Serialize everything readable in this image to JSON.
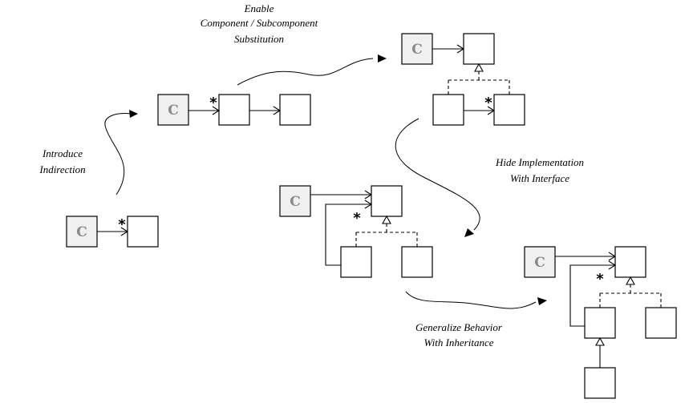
{
  "class_label": "C",
  "multiplicity": "*",
  "transitions": {
    "introduce_indirection": [
      "Introduce",
      "Indirection"
    ],
    "enable_substitution": [
      "Enable",
      "Component / Subcomponent",
      "Substitution"
    ],
    "hide_implementation": [
      "Hide Implementation",
      "With Interface"
    ],
    "generalize_behavior": [
      "Generalize Behavior",
      "With Inheritance"
    ]
  }
}
